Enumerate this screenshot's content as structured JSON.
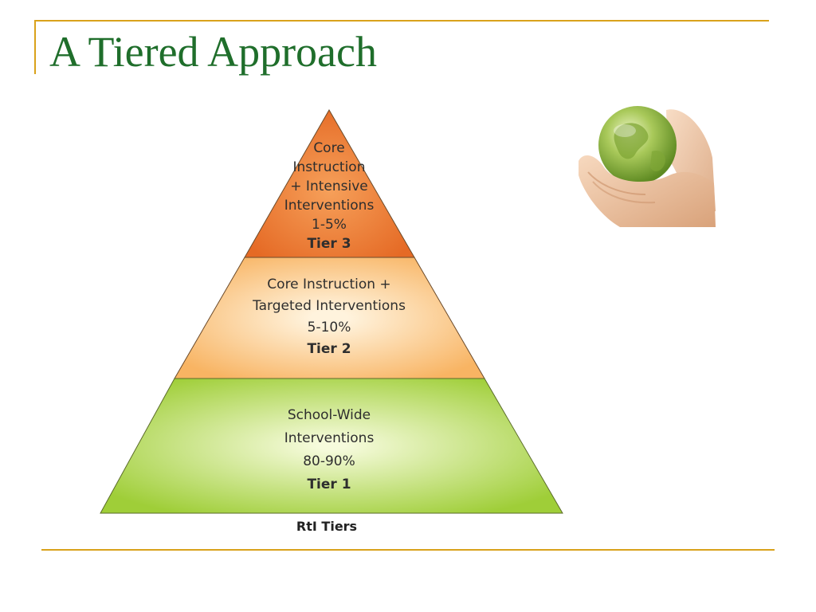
{
  "slide": {
    "title": "A Tiered Approach",
    "accent_color": "#d9a21b",
    "title_color": "#1f6e2b"
  },
  "pyramid": {
    "caption": "RtI Tiers",
    "tiers": [
      {
        "id": "tier-3",
        "lines": [
          "Core",
          "Instruction",
          "+ Intensive",
          "Interventions",
          "1-5%"
        ],
        "tier_label": "Tier 3",
        "color_light": "#f6a05a",
        "color_dark": "#e56a25"
      },
      {
        "id": "tier-2",
        "lines": [
          "Core Instruction +",
          "Targeted Interventions",
          "5-10%"
        ],
        "tier_label": "Tier 2",
        "color_light": "#fff3dd",
        "color_dark": "#f8b463"
      },
      {
        "id": "tier-1",
        "lines": [
          "School-Wide",
          "Interventions",
          "80-90%"
        ],
        "tier_label": "Tier 1",
        "color_light": "#f6fbdc",
        "color_dark": "#9fce38"
      }
    ]
  },
  "image": {
    "icon": "globe-in-hands-icon"
  }
}
